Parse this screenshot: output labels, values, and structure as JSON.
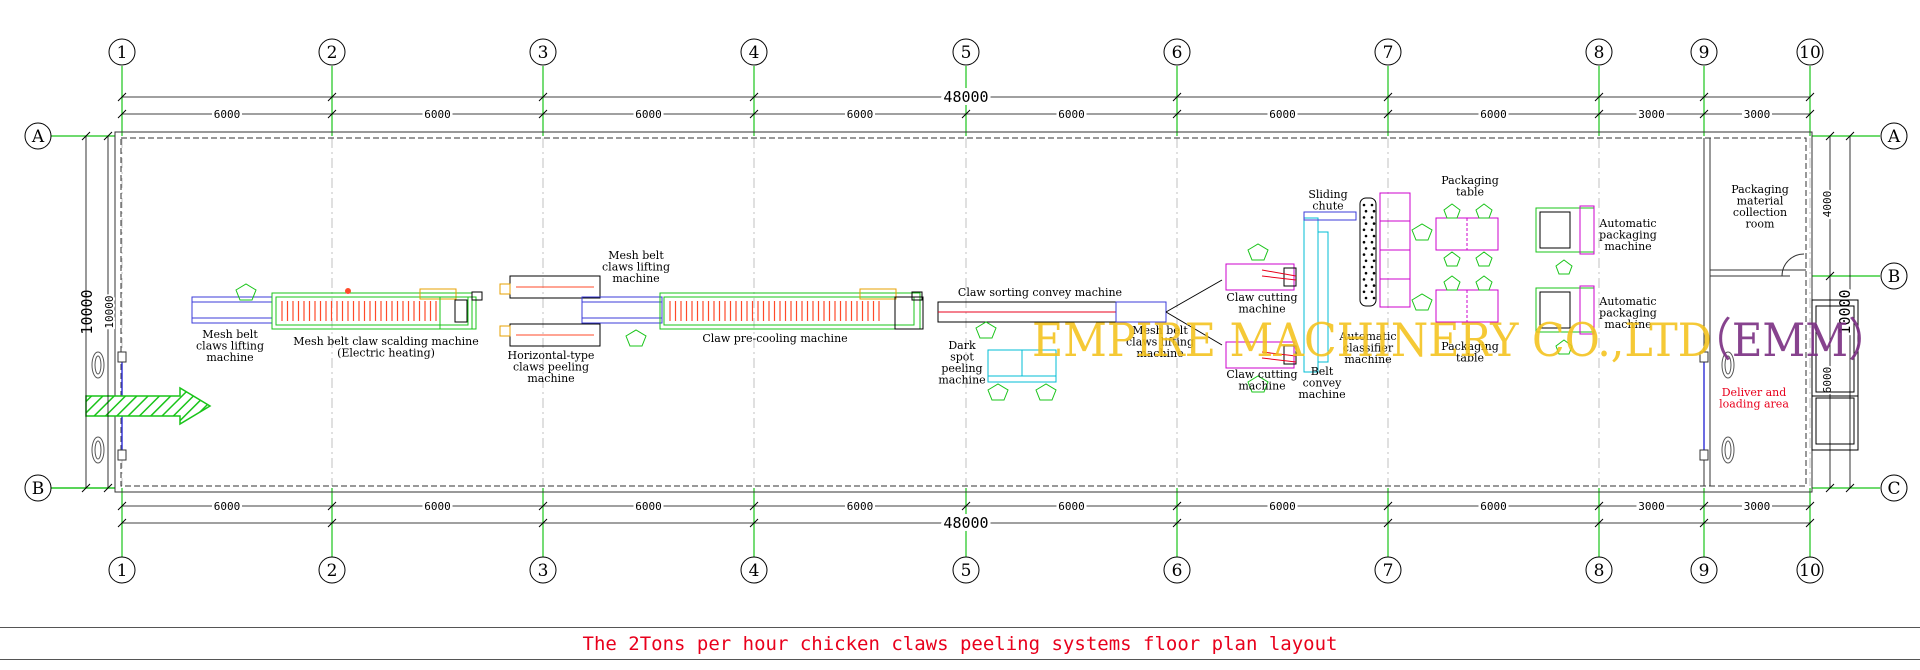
{
  "title": "The 2Tons per hour chicken claws peeling systems floor plan layout",
  "watermark": {
    "brand": "EMPIRE MACHINERY CO.,LTD",
    "abbr": "（EMM）"
  },
  "grid": {
    "columns": [
      "1",
      "2",
      "3",
      "4",
      "5",
      "6",
      "7",
      "8",
      "9",
      "10"
    ],
    "rows": [
      "A",
      "B",
      "B",
      "C"
    ]
  },
  "dimensions": {
    "total_top": "48000",
    "total_bottom": "48000",
    "spans_top": [
      "6000",
      "6000",
      "6000",
      "6000",
      "6000",
      "6000",
      "6000",
      "3000",
      "3000"
    ],
    "spans_bottom": [
      "6000",
      "6000",
      "6000",
      "6000",
      "6000",
      "6000",
      "6000",
      "3000",
      "3000"
    ],
    "left_total": "10000",
    "left_inner": "10000",
    "right_total": "10000",
    "right_upper": "4000",
    "right_lower": "6000"
  },
  "labels": {
    "mesh_lift_1": [
      "Mesh belt",
      "claws lifting",
      "machine"
    ],
    "scalding": [
      "Mesh belt claw scalding machine",
      "(Electric heating)"
    ],
    "peeling": [
      "Horizontal-type",
      "claws peeling",
      "machine"
    ],
    "mesh_lift_2": [
      "Mesh belt",
      "claws lifting",
      "machine"
    ],
    "precooling": [
      "Claw pre-cooling machine"
    ],
    "sorting": [
      "Claw sorting convey machine"
    ],
    "dark_spot": [
      "Dark",
      "spot",
      "peeling",
      "machine"
    ],
    "mesh_lift_3": [
      "Mesh belt",
      "claws lifting",
      "machine"
    ],
    "cutting_top": [
      "Claw cutting",
      "machine"
    ],
    "cutting_bottom": [
      "Claw cutting",
      "machine"
    ],
    "sliding_chute": [
      "Sliding",
      "chute"
    ],
    "classifier": [
      "Automatic",
      "classifier",
      "machine"
    ],
    "belt_convey": [
      "Belt",
      "convey",
      "machine"
    ],
    "pack_table_top": [
      "Packaging",
      "table"
    ],
    "pack_table_bottom": [
      "Packaging",
      "table"
    ],
    "auto_pack_top": [
      "Automatic",
      "packaging",
      "machine"
    ],
    "auto_pack_bottom": [
      "Automatic",
      "packaging",
      "machine"
    ],
    "material_room": [
      "Packaging",
      "material",
      "collection",
      "room"
    ],
    "deliver": [
      "Deliver and",
      "loading area"
    ]
  },
  "colors": {
    "grid": "#19c419",
    "text_red": "#e8001c",
    "magenta": "#cc00cc",
    "cyan": "#00bcd4",
    "blue_belt": "#3b3bd8",
    "heater": "#ff4a2a",
    "arrow": "#19c419"
  }
}
